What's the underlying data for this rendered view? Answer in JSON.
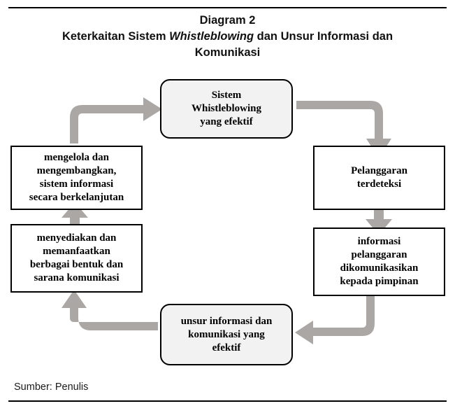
{
  "figure": {
    "title_line1": "Diagram 2",
    "title_line2_prefix": "Keterkaitan Sistem ",
    "title_line2_italic": "Whistleblowing",
    "title_line2_suffix": " dan Unsur Informasi dan",
    "title_line3": "Komunikasi",
    "source_note": "Sumber: Penulis"
  },
  "colors": {
    "arrow_gray": "#ABA7A5",
    "node_fill_round": "#f2f2f2",
    "node_fill_rect": "#ffffff",
    "node_border": "#000000",
    "text": "#000000",
    "rule": "#000000"
  },
  "diagram": {
    "type": "cycle-flowchart",
    "nodes": [
      {
        "id": "sistem-whistleblowing",
        "label": "Sistem\nWhistleblowing\nyang efektif",
        "shape": "rounded-rectangle",
        "fill": "#f2f2f2",
        "position": "top-center"
      },
      {
        "id": "pelanggaran-terdeteksi",
        "label": "Pelanggaran\nterdeteksi",
        "shape": "rectangle",
        "fill": "#ffffff",
        "position": "right-upper"
      },
      {
        "id": "informasi-pelanggaran",
        "label": "informasi\npelanggaran\ndikomunikasikan\nkepada pimpinan",
        "shape": "rectangle",
        "fill": "#ffffff",
        "position": "right-lower"
      },
      {
        "id": "unsur-informasi",
        "label": "unsur informasi dan\nkomunikasi yang\nefektif",
        "shape": "rounded-rectangle",
        "fill": "#f2f2f2",
        "position": "bottom-center"
      },
      {
        "id": "menyediakan-memanfaatkan",
        "label": "menyediakan dan\nmemanfaatkan\nberbagai bentuk dan\nsarana komunikasi",
        "shape": "rectangle",
        "fill": "#ffffff",
        "position": "left-lower"
      },
      {
        "id": "mengelola-mengembangkan",
        "label": "mengelola dan\nmengembangkan,\nsistem informasi\nsecara berkelanjutan",
        "shape": "rectangle",
        "fill": "#ffffff",
        "position": "left-upper"
      }
    ],
    "edges": [
      {
        "id": "edge-whistleblowing-to-pelanggaran",
        "from": "sistem-whistleblowing",
        "to": "pelanggaran-terdeteksi",
        "style": "elbow-right-down"
      },
      {
        "id": "edge-pelanggaran-to-informasi",
        "from": "pelanggaran-terdeteksi",
        "to": "informasi-pelanggaran",
        "style": "straight-down"
      },
      {
        "id": "edge-informasi-to-unsur",
        "from": "informasi-pelanggaran",
        "to": "unsur-informasi",
        "style": "elbow-down-left"
      },
      {
        "id": "edge-unsur-to-menyediakan",
        "from": "unsur-informasi",
        "to": "menyediakan-memanfaatkan",
        "style": "elbow-left-up"
      },
      {
        "id": "edge-menyediakan-to-mengelola",
        "from": "menyediakan-memanfaatkan",
        "to": "mengelola-mengembangkan",
        "style": "straight-up"
      },
      {
        "id": "edge-mengelola-to-whistleblowing",
        "from": "mengelola-mengembangkan",
        "to": "sistem-whistleblowing",
        "style": "elbow-up-right"
      }
    ]
  }
}
